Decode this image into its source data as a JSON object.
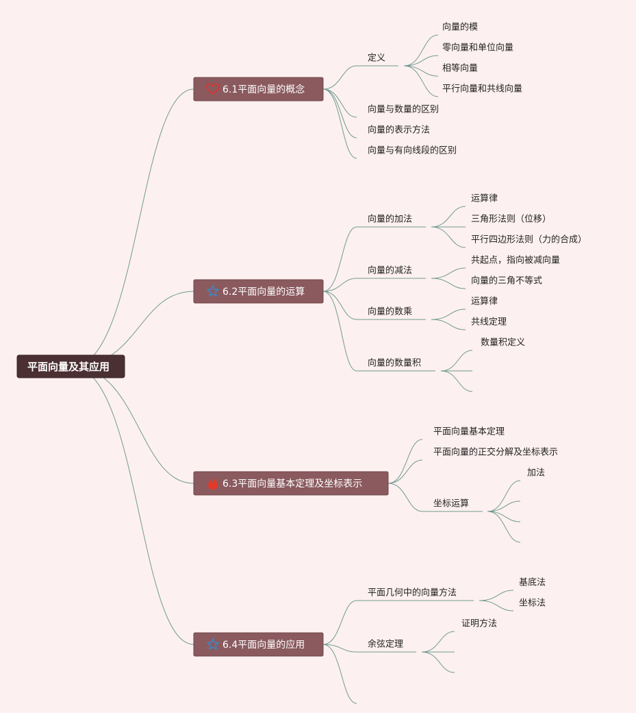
{
  "root": {
    "label": "平面向量及其应用"
  },
  "colors": {
    "background": "#fdf0f0",
    "root_box": "#4a2f33",
    "branch_box": "#8a5a5e",
    "connector": "#6f9a90",
    "heart": "#e0322f",
    "star": "#3f86c6",
    "flame": "#e23a2a"
  },
  "branches": [
    {
      "label": "6.1平面向量的概念",
      "icon": "heart-icon",
      "children": [
        {
          "label": "定义",
          "children": [
            {
              "label": "向量的模"
            },
            {
              "label": "零向量和单位向量"
            },
            {
              "label": "相等向量"
            },
            {
              "label": "平行向量和共线向量"
            }
          ]
        },
        {
          "label": "向量与数量的区别"
        },
        {
          "label": "向量的表示方法"
        },
        {
          "label": "向量与有向线段的区别"
        }
      ]
    },
    {
      "label": "6.2平面向量的运算",
      "icon": "star-icon",
      "children": [
        {
          "label": "向量的加法",
          "children": [
            {
              "label": "运算律"
            },
            {
              "label": "三角形法则（位移）"
            },
            {
              "label": "平行四边形法则（力的合成）"
            }
          ]
        },
        {
          "label": "向量的减法",
          "children": [
            {
              "label": "共起点，指向被减向量"
            },
            {
              "label": "向量的三角不等式"
            }
          ]
        },
        {
          "label": "向量的数乘",
          "children": [
            {
              "label": "运算律"
            },
            {
              "label": "共线定理"
            }
          ]
        },
        {
          "label": "向量的数量积",
          "children": [
            {
              "label": "数量积定义"
            },
            {
              "label": ""
            },
            {
              "label": ""
            }
          ]
        }
      ]
    },
    {
      "label": "6.3平面向量基本定理及坐标表示",
      "icon": "flame-icon",
      "children": [
        {
          "label": "平面向量基本定理"
        },
        {
          "label": "平面向量的正交分解及坐标表示"
        },
        {
          "label": "坐标运算",
          "children": [
            {
              "label": "加法"
            },
            {
              "label": ""
            },
            {
              "label": ""
            },
            {
              "label": ""
            }
          ]
        }
      ]
    },
    {
      "label": "6.4平面向量的应用",
      "icon": "star-icon",
      "children": [
        {
          "label": "平面几何中的向量方法",
          "children": [
            {
              "label": "基底法"
            },
            {
              "label": "坐标法"
            }
          ]
        },
        {
          "label": "余弦定理",
          "children": [
            {
              "label": "证明方法"
            },
            {
              "label": ""
            },
            {
              "label": ""
            }
          ]
        },
        {
          "label": ""
        }
      ]
    }
  ]
}
